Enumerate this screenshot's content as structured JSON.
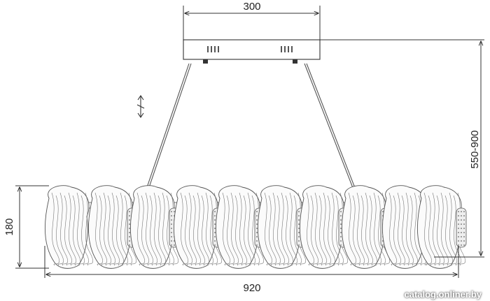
{
  "dimensions": {
    "canopy_width": "300",
    "height_range": "550-900",
    "shade_height": "180",
    "total_width": "920"
  },
  "watermark": "catalog.onliner.by"
}
